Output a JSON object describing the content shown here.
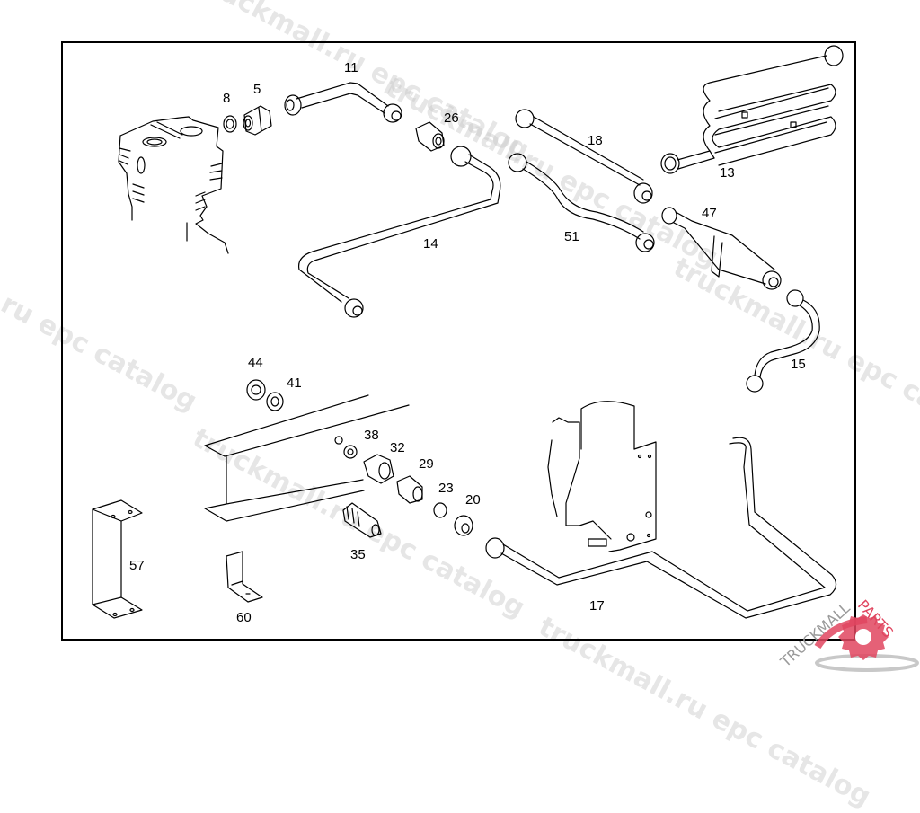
{
  "diagram": {
    "type": "exploded parts diagram",
    "callouts": [
      {
        "id": "8",
        "label": "8",
        "part": "sealing-ring"
      },
      {
        "id": "5",
        "label": "5",
        "part": "screw-union"
      },
      {
        "id": "11",
        "label": "11",
        "part": "pipe-line"
      },
      {
        "id": "26",
        "label": "26",
        "part": "screw-union"
      },
      {
        "id": "14",
        "label": "14",
        "part": "pipe-line"
      },
      {
        "id": "18",
        "label": "18",
        "part": "pipe-line"
      },
      {
        "id": "51",
        "label": "51",
        "part": "pipe-line"
      },
      {
        "id": "13",
        "label": "13",
        "part": "coiled-pipe"
      },
      {
        "id": "47",
        "label": "47",
        "part": "hose-with-bracket"
      },
      {
        "id": "15",
        "label": "15",
        "part": "pipe-line"
      },
      {
        "id": "44",
        "label": "44",
        "part": "nut"
      },
      {
        "id": "41",
        "label": "41",
        "part": "washer"
      },
      {
        "id": "38",
        "label": "38",
        "part": "lock-washer"
      },
      {
        "id": "32",
        "label": "32",
        "part": "union"
      },
      {
        "id": "29",
        "label": "29",
        "part": "screw-union"
      },
      {
        "id": "23",
        "label": "23",
        "part": "plug"
      },
      {
        "id": "20",
        "label": "20",
        "part": "nut"
      },
      {
        "id": "35",
        "label": "35",
        "part": "bolt"
      },
      {
        "id": "17",
        "label": "17",
        "part": "pipe-line"
      },
      {
        "id": "57",
        "label": "57",
        "part": "bracket"
      },
      {
        "id": "60",
        "label": "60",
        "part": "angle-bracket"
      }
    ]
  },
  "watermarks": [
    {
      "text": "truckmall.ru epc catalog"
    },
    {
      "text": "truckmall.ru epc catalog"
    },
    {
      "text": "truckmall.ru epc catalog"
    },
    {
      "text": "truckmall.ru epc catalog"
    },
    {
      "text": "truckmall.ru epc catalog"
    },
    {
      "text": "truckmall.ru epc catalog"
    }
  ],
  "logo": {
    "brand_left": "TRUCKMALL",
    "brand_right": "PARTS",
    "accent_color": "#e0455f",
    "grey_color": "#b4b4b4"
  }
}
